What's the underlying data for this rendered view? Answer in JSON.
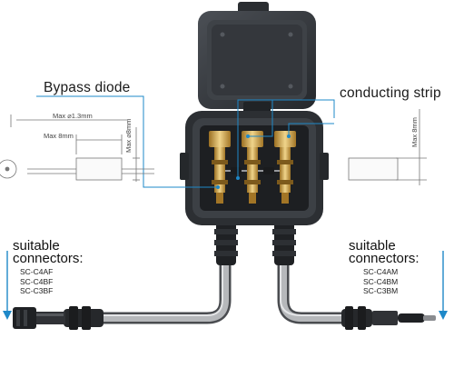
{
  "callouts": {
    "bypass_diode": "Bypass diode",
    "conducting_strip": "conducting strip"
  },
  "diode_dims": {
    "lead_diameter": "Max ⌀1.3mm",
    "body_length": "Max 8mm",
    "body_diameter": "Max ⌀8mm"
  },
  "strip_dims": {
    "width": "Max 8mm"
  },
  "left_connectors": {
    "heading_line1": "suitable",
    "heading_line2": "connectors:",
    "models": [
      "SC-C4AF",
      "SC-C4BF",
      "SC-C3BF"
    ]
  },
  "right_connectors": {
    "heading_line1": "suitable",
    "heading_line2": "connectors:",
    "models": [
      "SC-C4AM",
      "SC-C4BM",
      "SC-C3BM"
    ]
  },
  "colors": {
    "callout_line": "#1e88c8",
    "housing": "#2f3236",
    "housing_light": "#4a4e54",
    "cable": "#8e9093",
    "terminal_brass": "#c99a3a"
  }
}
